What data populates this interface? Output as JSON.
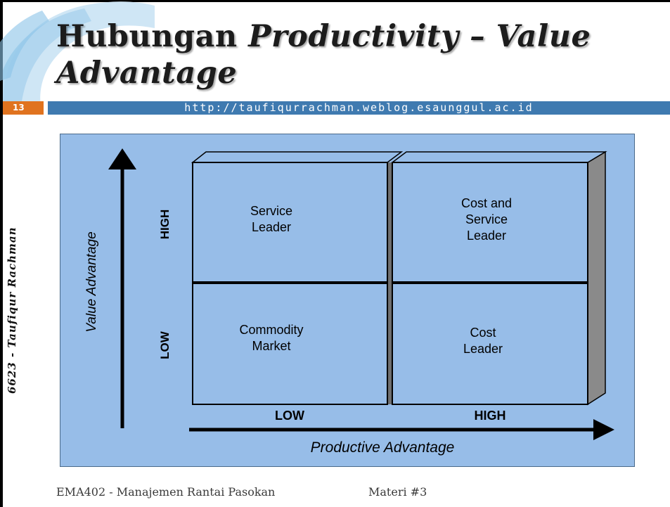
{
  "slide": {
    "title_part1": "Hubungan ",
    "title_part2": "Productivity – Value Advantage",
    "number": "13",
    "url": "http://taufiqurrachman.weblog.esaunggul.ac.id",
    "side_text": "6623 - Taufiqur Rachman",
    "footer_course": "EMA402 - Manajemen Rantai Pasokan",
    "footer_materi": "Materi #3"
  },
  "diagram": {
    "y_axis_label": "Value Advantage",
    "x_axis_label": "Productive Advantage",
    "y_high": "HIGH",
    "y_low": "LOW",
    "x_low": "LOW",
    "x_high": "HIGH",
    "q_top_left": [
      "Service",
      "Leader"
    ],
    "q_top_right": [
      "Cost and",
      "Service",
      "Leader"
    ],
    "q_bottom_left": [
      "Commodity",
      "Market"
    ],
    "q_bottom_right": [
      "Cost",
      "Leader"
    ]
  },
  "colors": {
    "orange": "#e0731f",
    "blue_bar": "#3f7ab0",
    "diagram_bg": "#97bde8"
  }
}
